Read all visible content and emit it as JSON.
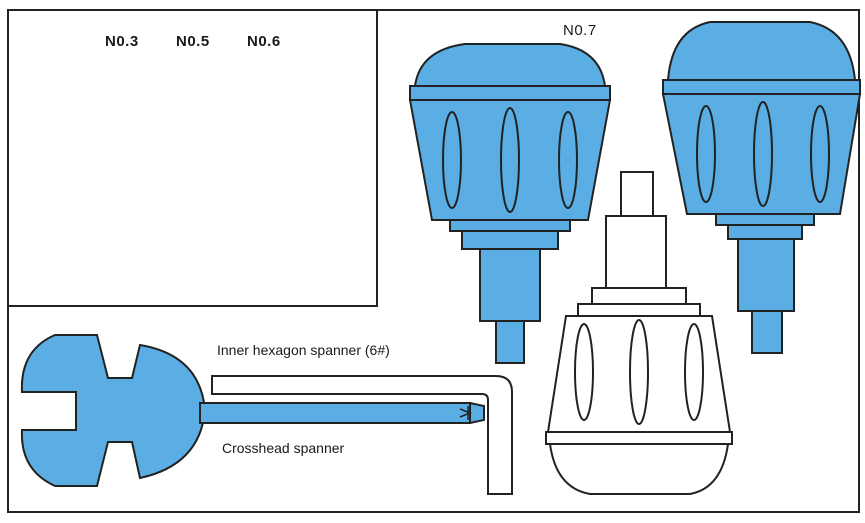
{
  "labels": {
    "no3": "N0.3",
    "no5": "N0.5",
    "no6": "N0.6",
    "no7": "N0.7",
    "inner_hex": "Inner hexagon spanner (6#)",
    "crosshead": "Crosshead spanner"
  },
  "colors": {
    "fill_blue": "#5aaee3",
    "stroke": "#222222",
    "background": "#ffffff"
  }
}
